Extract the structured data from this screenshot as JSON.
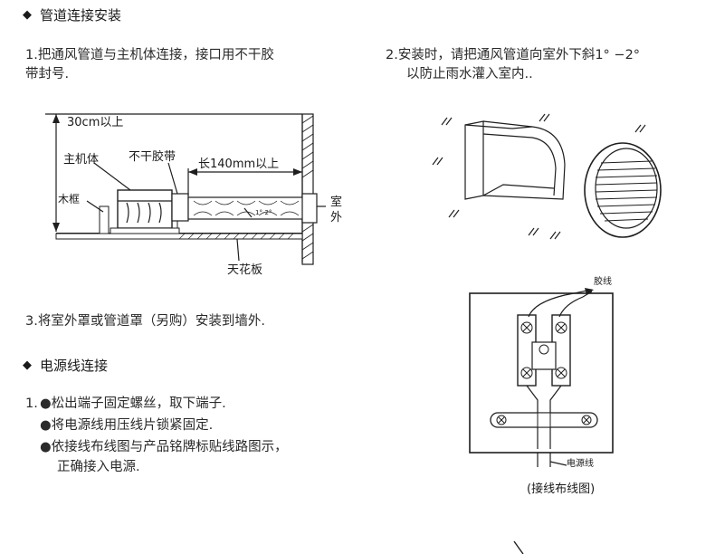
{
  "section1": {
    "marker": "◆",
    "title": "管道连接安装"
  },
  "step1": {
    "line1": "1.把通风管道与主机体连接，接口用不干胶",
    "line2": "带封号."
  },
  "step2": {
    "line1": "2.安装时，请把通风管道向室外下斜1°  −2°",
    "line2": "以防止雨水灌入室内.."
  },
  "diagram1": {
    "height_label": "30cm以上",
    "unit_label": "主机体",
    "tape_label": "不干胶带",
    "length_label": "长140mm以上",
    "frame_label": "木框",
    "outdoor_label_1": "室",
    "outdoor_label_2": "外",
    "ceiling_label": "天花板",
    "slope_label": "1°-2°"
  },
  "step3": {
    "text": "3.将室外罩或管道罩（另购）安装到墙外."
  },
  "section2": {
    "marker": "◆",
    "title": "电源线连接"
  },
  "power_steps": {
    "prefix": "1.",
    "items": [
      "●松出端子固定螺丝，取下端子.",
      "●将电源线用压线片锁紧固定.",
      "●依接线布线图与产品铭牌标贴线路图示，"
    ],
    "continuation": "正确接入电源."
  },
  "wiring_diagram": {
    "glue_wire_label": "胶线",
    "power_wire_label": "电源线",
    "caption": "(接线布线图)"
  }
}
